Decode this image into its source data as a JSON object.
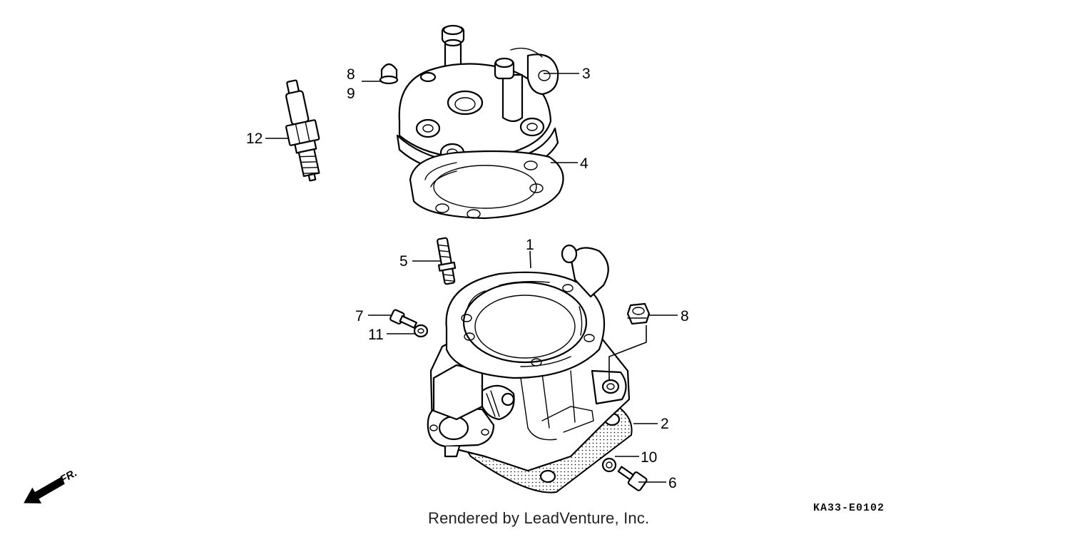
{
  "diagram": {
    "callouts": {
      "c1": "1",
      "c2": "2",
      "c3": "3",
      "c4": "4",
      "c5": "5",
      "c6": "6",
      "c7": "7",
      "c8a": "8",
      "c8b": "8",
      "c9": "9",
      "c10": "10",
      "c11": "11",
      "c12": "12"
    },
    "front_label": "FR.",
    "drawing_code": "KA33-E0102"
  },
  "footer": {
    "rendered_by": "Rendered by LeadVenture, Inc."
  }
}
